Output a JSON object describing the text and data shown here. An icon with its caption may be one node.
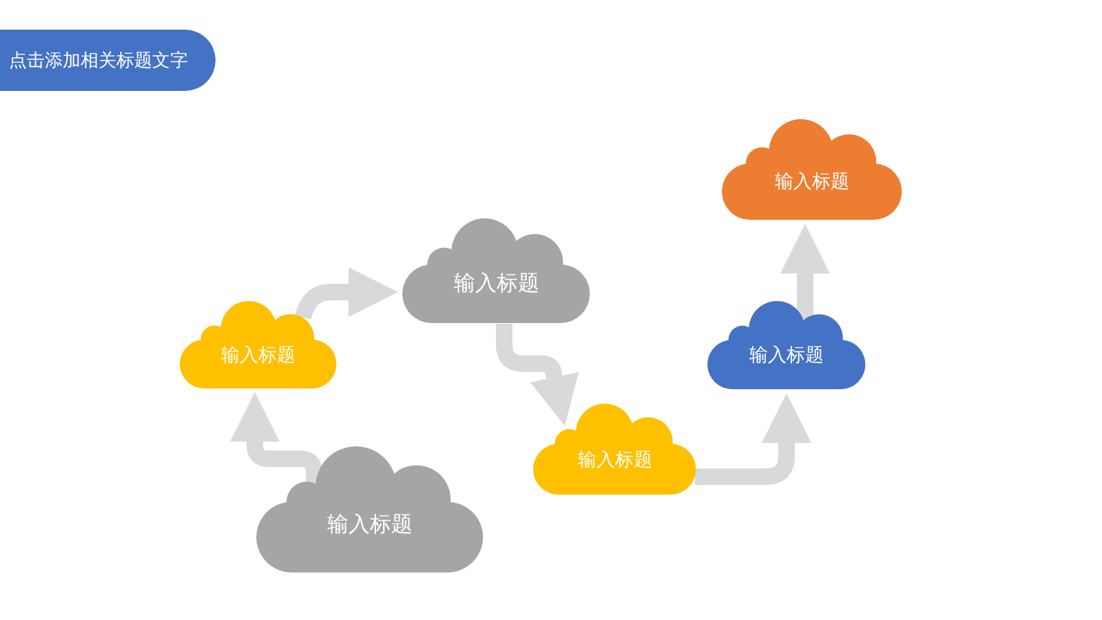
{
  "diagram": {
    "title": "点击添加相关标题文字",
    "nodes": [
      {
        "text": [
          "输入标题"
        ]
      },
      {
        "text": [
          "输入标题"
        ]
      },
      {
        "text": [
          "输入标题"
        ]
      },
      {
        "text": [
          "输入标题"
        ]
      },
      {
        "text": [
          "输入标题"
        ]
      },
      {
        "text": [
          "输入标题"
        ]
      }
    ],
    "edges": [
      {
        "from": 0,
        "to": 1,
        "arrow": "to"
      },
      {
        "from": 1,
        "to": 2,
        "arrow": "to"
      },
      {
        "from": 2,
        "to": 3,
        "arrow": "to"
      },
      {
        "from": 3,
        "to": 4,
        "arrow": "to"
      },
      {
        "from": 4,
        "to": 5,
        "arrow": "to"
      }
    ]
  }
}
